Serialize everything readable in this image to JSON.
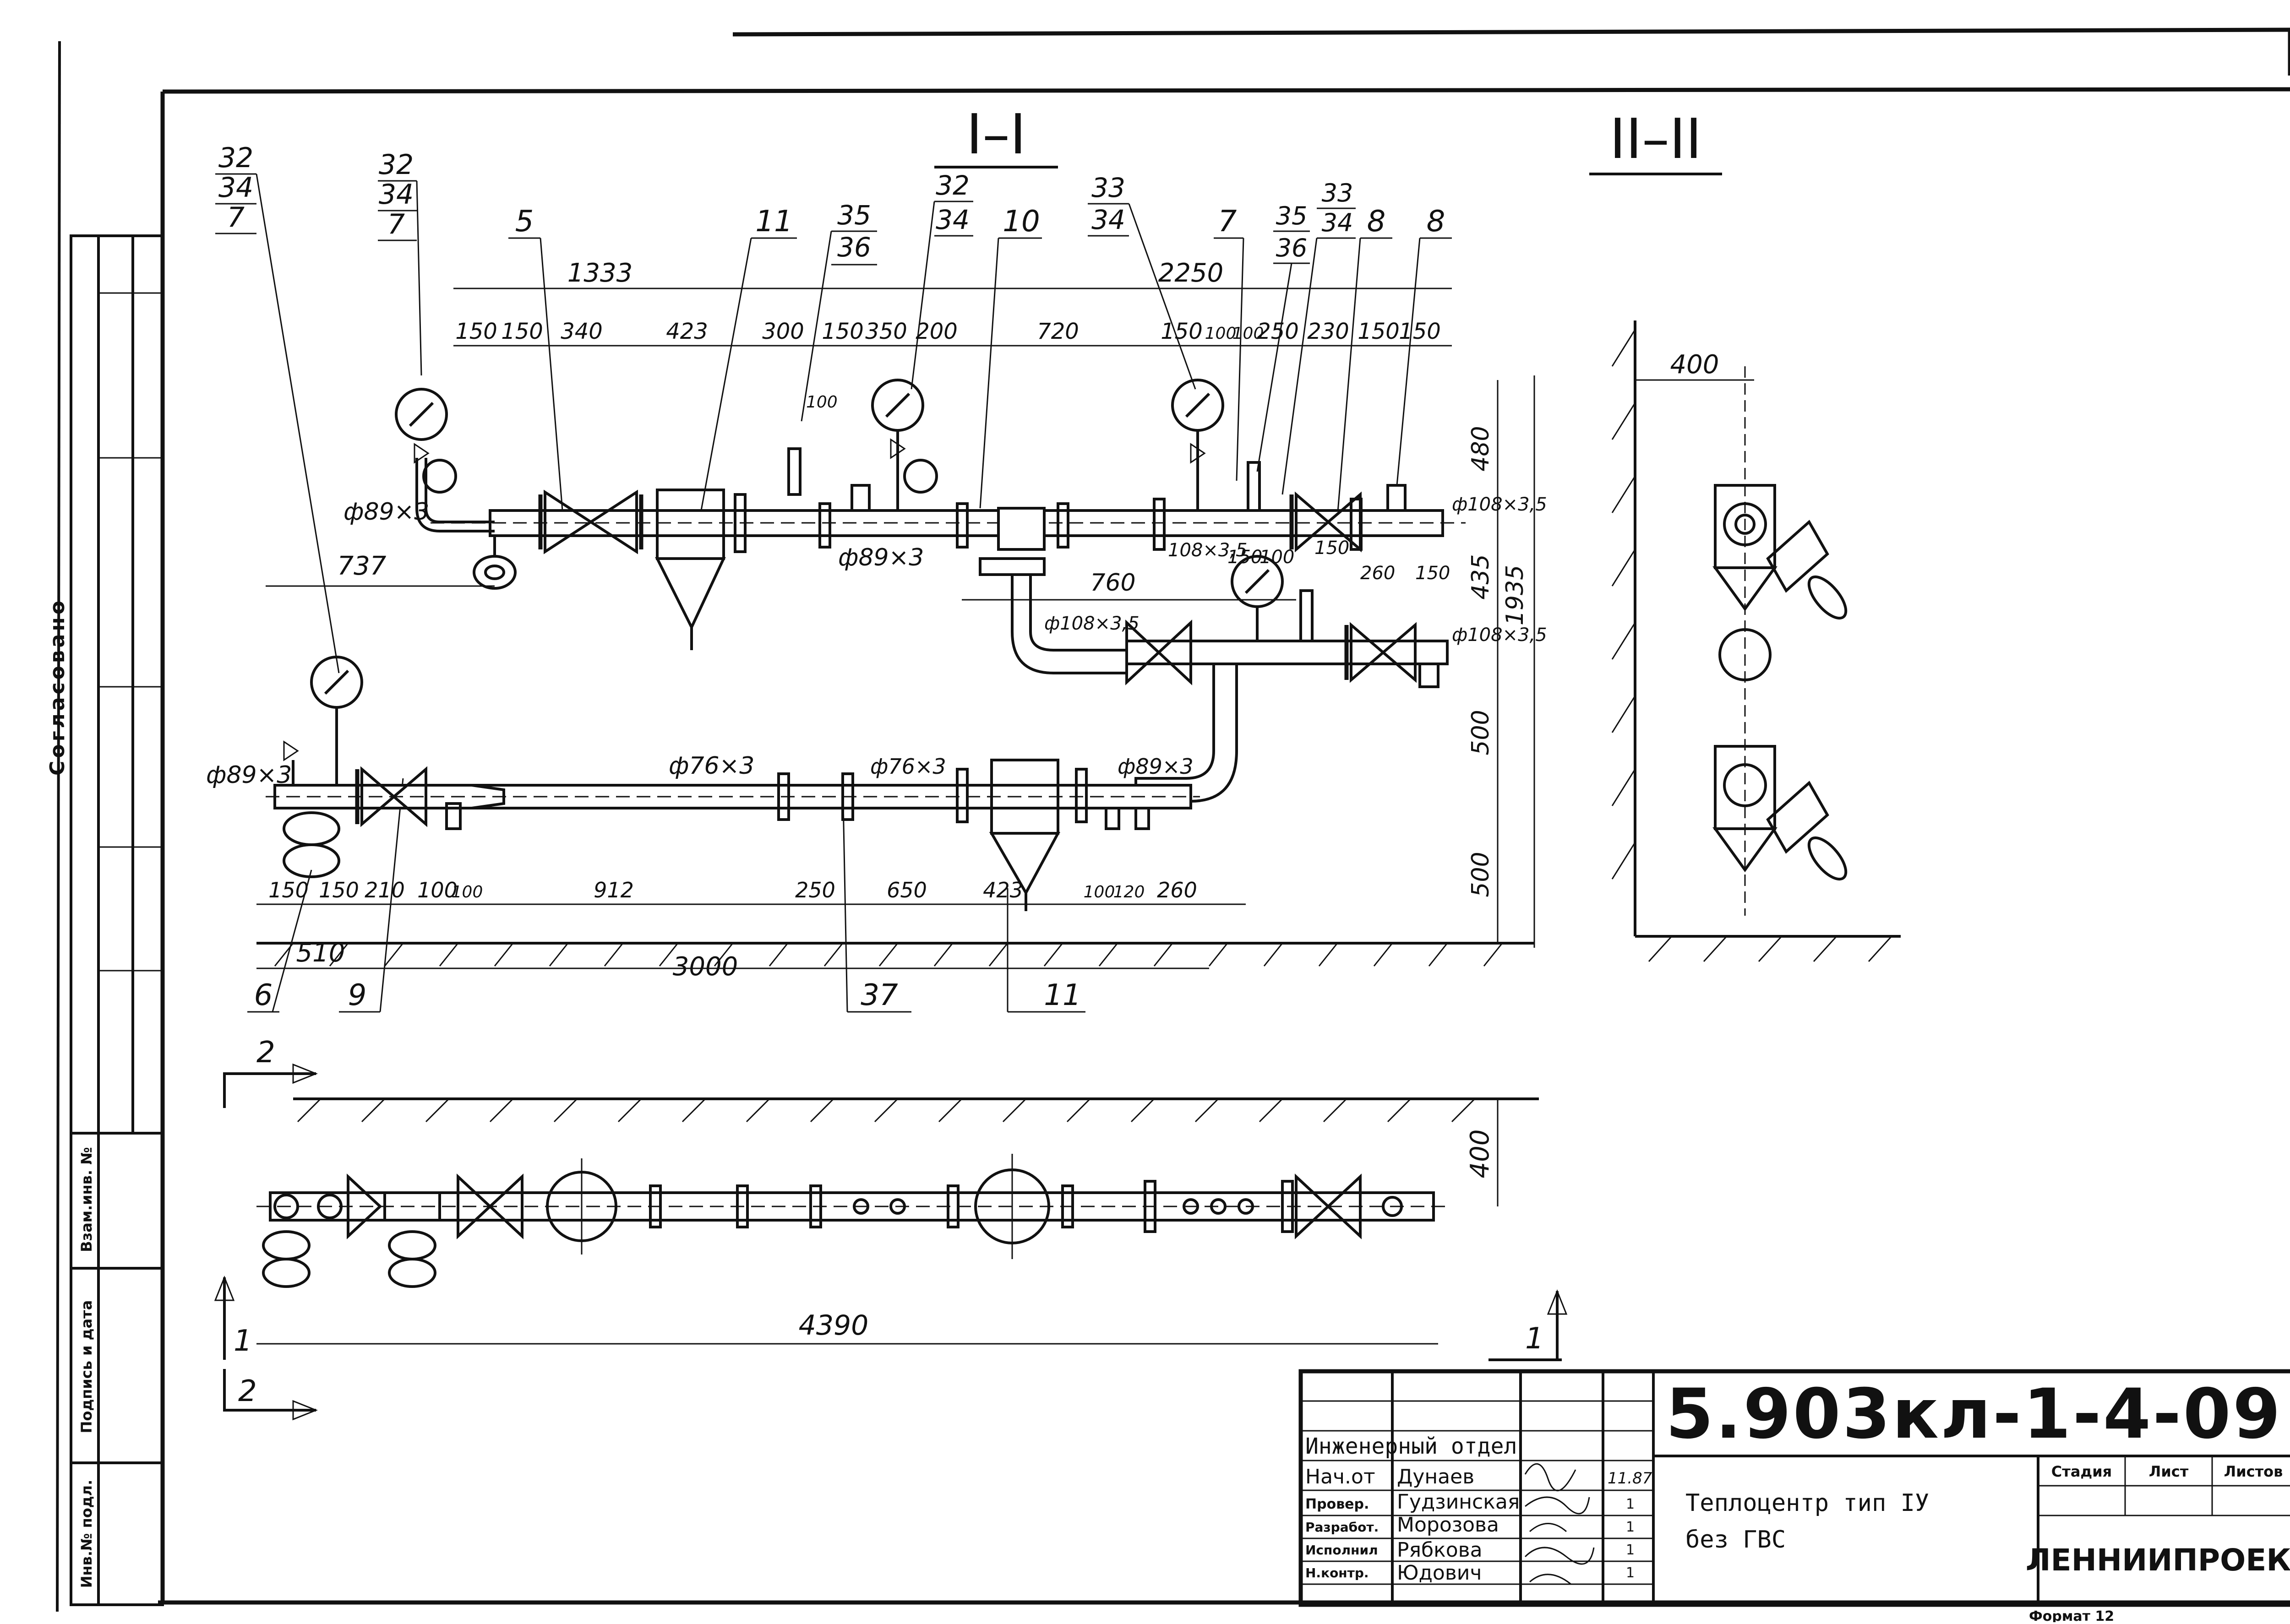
{
  "sheet": {
    "approved_label": "Согласовано",
    "side_labels": [
      "Взам.инв. №",
      "Подпись и дата",
      "Инв.№ подл."
    ],
    "format_label": "Формат 12"
  },
  "views": {
    "section1_title": "I–I",
    "section2_title": "II–II",
    "plan_cut_markers": [
      "2",
      "2",
      "1",
      "1"
    ]
  },
  "callouts": [
    {
      "id": "a",
      "lines": [
        "32",
        "34",
        "7"
      ]
    },
    {
      "id": "b",
      "lines": [
        "32",
        "34",
        "7"
      ]
    },
    {
      "id": "c",
      "lines": [
        "5"
      ]
    },
    {
      "id": "d",
      "lines": [
        "11"
      ]
    },
    {
      "id": "e",
      "lines": [
        "35",
        "36"
      ]
    },
    {
      "id": "f",
      "lines": [
        "32",
        "34"
      ]
    },
    {
      "id": "g",
      "lines": [
        "10"
      ]
    },
    {
      "id": "h",
      "lines": [
        "33",
        "34"
      ]
    },
    {
      "id": "i",
      "lines": [
        "7"
      ]
    },
    {
      "id": "j",
      "lines": [
        "35",
        "36"
      ]
    },
    {
      "id": "k",
      "lines": [
        "33",
        "34"
      ]
    },
    {
      "id": "l",
      "lines": [
        "8"
      ]
    },
    {
      "id": "m",
      "lines": [
        "8"
      ]
    },
    {
      "id": "n",
      "lines": [
        "6"
      ]
    },
    {
      "id": "o",
      "lines": [
        "9"
      ]
    },
    {
      "id": "p",
      "lines": [
        "37"
      ]
    },
    {
      "id": "q",
      "lines": [
        "11"
      ]
    }
  ],
  "dimensions": {
    "top_overall_1": "1333",
    "top_overall_2": "2250",
    "top_chain": [
      "150",
      "150",
      "340",
      "423",
      "300",
      "150",
      "350",
      "200",
      "720",
      "150",
      "100",
      "100",
      "250",
      "230",
      "150",
      "150"
    ],
    "left_737": "737",
    "d760": "760",
    "right_chain": [
      "480",
      "435",
      "500",
      "500"
    ],
    "right_total": "1935",
    "mid_small": [
      "108×3,5",
      "150",
      "100",
      "150",
      "260",
      "150"
    ],
    "bottom_chain": [
      "150",
      "150",
      "210",
      "100",
      "100",
      "912",
      "250",
      "650",
      "423",
      "100",
      "120",
      "260"
    ],
    "bottom_510": "510",
    "bottom_3000": "3000",
    "sec2_400": "400",
    "plan_400": "400",
    "plan_4390": "4390",
    "small_100": "100"
  },
  "pipe_labels": {
    "p89_top": "ф89×3",
    "p89_mid": "ф89×3",
    "p108_right": "ф108×3,5",
    "p108_lower": "ф108×3,5",
    "p108_right2": "ф108×3,5",
    "p89_left": "ф89×3",
    "p76_a": "ф76×3",
    "p76_b": "ф76×3",
    "p89_right": "ф89×3"
  },
  "title_block": {
    "doc_number": "5.903кл-1-4-09",
    "department": "Инженерный отдел",
    "rows": [
      {
        "role": "Нач.от",
        "name": "Дунаев",
        "date": "11.87"
      },
      {
        "role": "Провер.",
        "name": "Гудзинская",
        "date": "1"
      },
      {
        "role": "Разработ.",
        "name": "Морозова",
        "date": "1"
      },
      {
        "role": "Исполнил",
        "name": "Рябкова",
        "date": "1"
      },
      {
        "role": "Н.контр.",
        "name": "Юдович",
        "date": "1"
      }
    ],
    "description_line1": "Теплоцентр тип IУ",
    "description_line2": "без ГВС",
    "stage_header": "Стадия",
    "sheet_header": "Лист",
    "sheets_header": "Листов",
    "organization": "ЛЕННИИПРОЕКТ"
  }
}
